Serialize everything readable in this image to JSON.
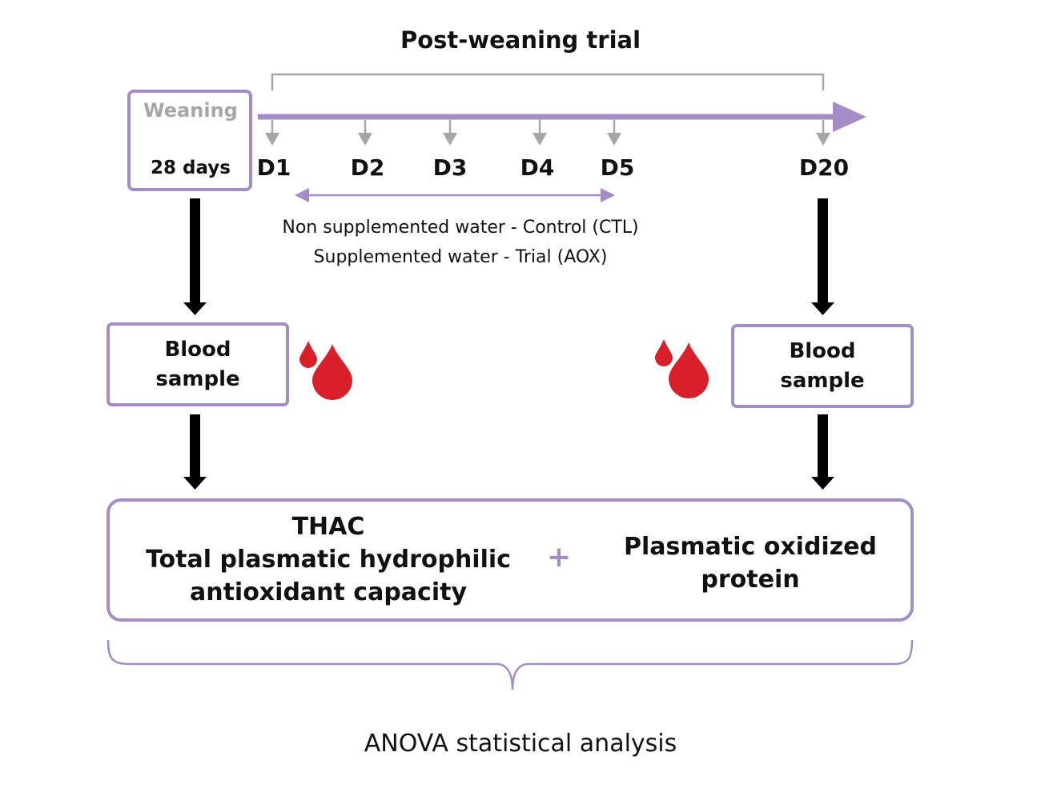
{
  "title": "Post-weaning trial",
  "weaning": {
    "label": "Weaning",
    "age": "28 days"
  },
  "days": [
    "D1",
    "D2",
    "D3",
    "D4",
    "D5",
    "D20"
  ],
  "groups": [
    "Non supplemented water - Control (CTL)",
    "Supplemented water - Trial (AOX)"
  ],
  "blood_sample": {
    "line1": "Blood",
    "line2": "sample"
  },
  "thac": {
    "line1": "THAC",
    "line2": "Total plasmatic hydrophilic",
    "line3": "antioxidant capacity"
  },
  "plus": "+",
  "oxidized": {
    "line1": "Plasmatic oxidized",
    "line2": "protein"
  },
  "analysis": "ANOVA statistical analysis",
  "colors": {
    "accent": "#a48dc6",
    "grey": "#a6a6a6",
    "blood": "#d81f2a",
    "arrow": "#000000"
  }
}
